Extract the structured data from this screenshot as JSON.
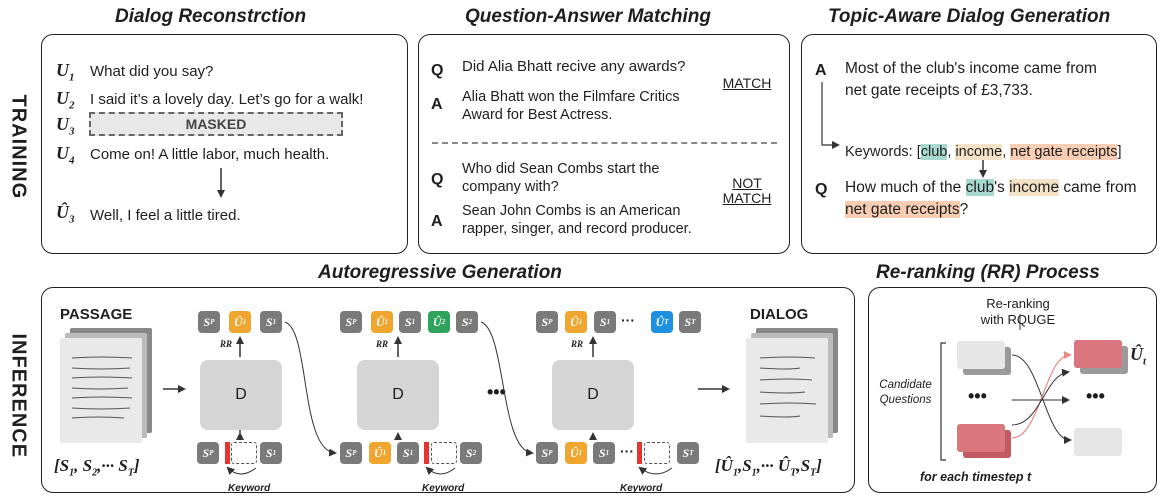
{
  "sections": {
    "dialog_reconstruction": "Dialog Reconstrction",
    "qa_matching": "Question-Answer Matching",
    "topic_aware": "Topic-Aware Dialog Generation",
    "autoregressive": "Autoregressive Generation",
    "reranking": "Re-ranking (RR) Process",
    "training": "TRAINING",
    "inference": "INFERENCE"
  },
  "dialog": {
    "u1": "What did you say?",
    "u2": "I said it’s a lovely day. Let’s go for a walk!",
    "masked": "MASKED",
    "u4": "Come on! A little labor, much health.",
    "u3hat": "Well, I feel a little tired."
  },
  "qa": {
    "q1": "Did Alia Bhatt recive any awards?",
    "a1": "Alia Bhatt won the Filmfare Critics Award for Best Actress.",
    "match": "MATCH",
    "q2": "Who did Sean Combs start the company with?",
    "a2": "Sean John Combs is an American rapper, singer, and record producer.",
    "not_match": "NOT MATCH"
  },
  "topic": {
    "a_prefix": "A",
    "a_text": "Most of the club's income came from net gate receipts of £3,733.",
    "keywords_label": "Keywords:",
    "kw1": "club",
    "kw2": "income",
    "kw3": "net gate receipts",
    "q_prefix": "Q",
    "q_part1": "How much of the",
    "q_part2": "club",
    "q_part3": "'s",
    "q_part4": "income",
    "q_part5": "came",
    "q_part6": "from",
    "q_part7": "net gate receipts",
    "q_part8": "?"
  },
  "letters": {
    "q": "Q",
    "a": "A"
  },
  "inference": {
    "passage": "PASSAGE",
    "dialog": "DIALOG",
    "d_label": "D",
    "rr": "RR",
    "keyword": "Keyword",
    "ellipsis": "•••",
    "dots": "···"
  },
  "rerank": {
    "title_line1": "Re-ranking",
    "title_line2": "with RQUGE",
    "candidate": "Candidate",
    "questions": "Questions",
    "footer": "for each timestep t"
  },
  "colors": {
    "orange": "#f0a62e",
    "green": "#2fa35b",
    "blue": "#1e90e0",
    "red": "#e8342e",
    "teal_highlight": "#a8d9d0",
    "peach_highlight": "#f7cdb3",
    "candidate_pink": "#d9767e"
  }
}
